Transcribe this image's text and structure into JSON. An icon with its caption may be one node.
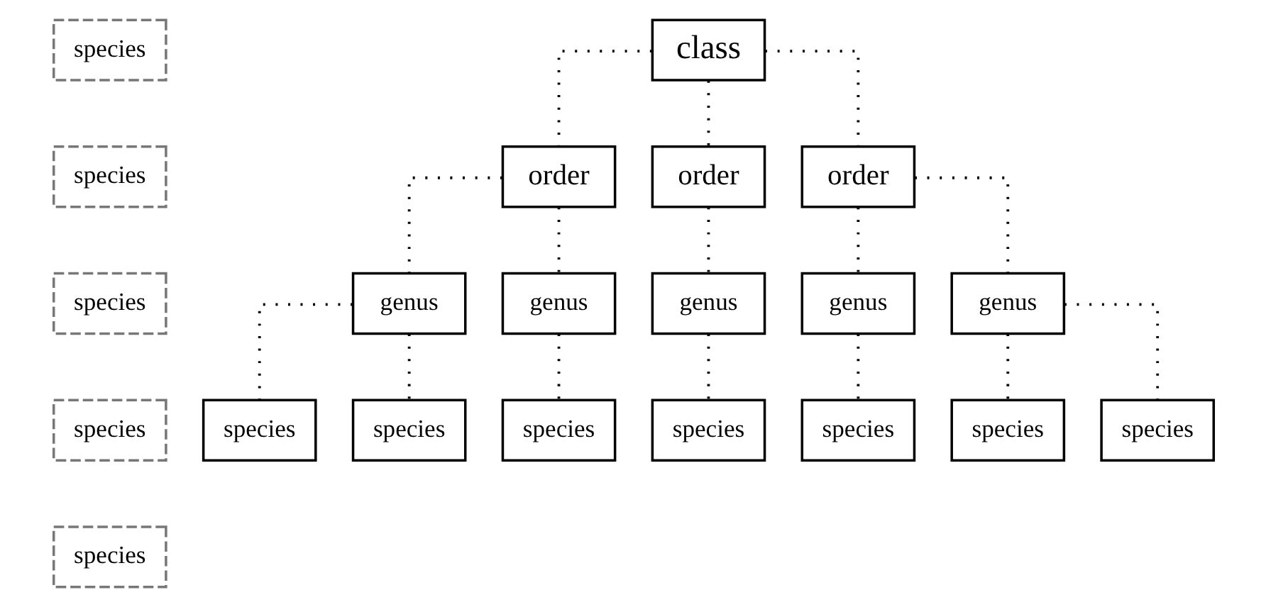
{
  "diagram": {
    "nodes": [
      {
        "text": [
          "species"
        ]
      },
      {
        "text": [
          "species"
        ]
      },
      {
        "text": [
          "species"
        ]
      },
      {
        "text": [
          "species"
        ]
      },
      {
        "text": [
          "species"
        ]
      },
      {
        "text": [
          "class"
        ]
      },
      {
        "text": [
          "order"
        ]
      },
      {
        "text": [
          "order"
        ]
      },
      {
        "text": [
          "order"
        ]
      },
      {
        "text": [
          "genus"
        ]
      },
      {
        "text": [
          "genus"
        ]
      },
      {
        "text": [
          "genus"
        ]
      },
      {
        "text": [
          "genus"
        ]
      },
      {
        "text": [
          "genus"
        ]
      },
      {
        "text": [
          "species"
        ]
      },
      {
        "text": [
          "species"
        ]
      },
      {
        "text": [
          "species"
        ]
      },
      {
        "text": [
          "species"
        ]
      },
      {
        "text": [
          "species"
        ]
      },
      {
        "text": [
          "species"
        ]
      },
      {
        "text": [
          "species"
        ]
      }
    ],
    "edges": [
      {
        "from": 5,
        "to": 6,
        "arrow": "none"
      },
      {
        "from": 5,
        "to": 7,
        "arrow": "none"
      },
      {
        "from": 5,
        "to": 8,
        "arrow": "none"
      },
      {
        "from": 6,
        "to": 9,
        "arrow": "none"
      },
      {
        "from": 6,
        "to": 10,
        "arrow": "none"
      },
      {
        "from": 7,
        "to": 11,
        "arrow": "none"
      },
      {
        "from": 8,
        "to": 12,
        "arrow": "none"
      },
      {
        "from": 8,
        "to": 13,
        "arrow": "none"
      },
      {
        "from": 9,
        "to": 14,
        "arrow": "none"
      },
      {
        "from": 9,
        "to": 15,
        "arrow": "none"
      },
      {
        "from": 10,
        "to": 16,
        "arrow": "none"
      },
      {
        "from": 11,
        "to": 17,
        "arrow": "none"
      },
      {
        "from": 12,
        "to": 18,
        "arrow": "none"
      },
      {
        "from": 13,
        "to": 19,
        "arrow": "none"
      },
      {
        "from": 13,
        "to": 20,
        "arrow": "none"
      }
    ]
  }
}
